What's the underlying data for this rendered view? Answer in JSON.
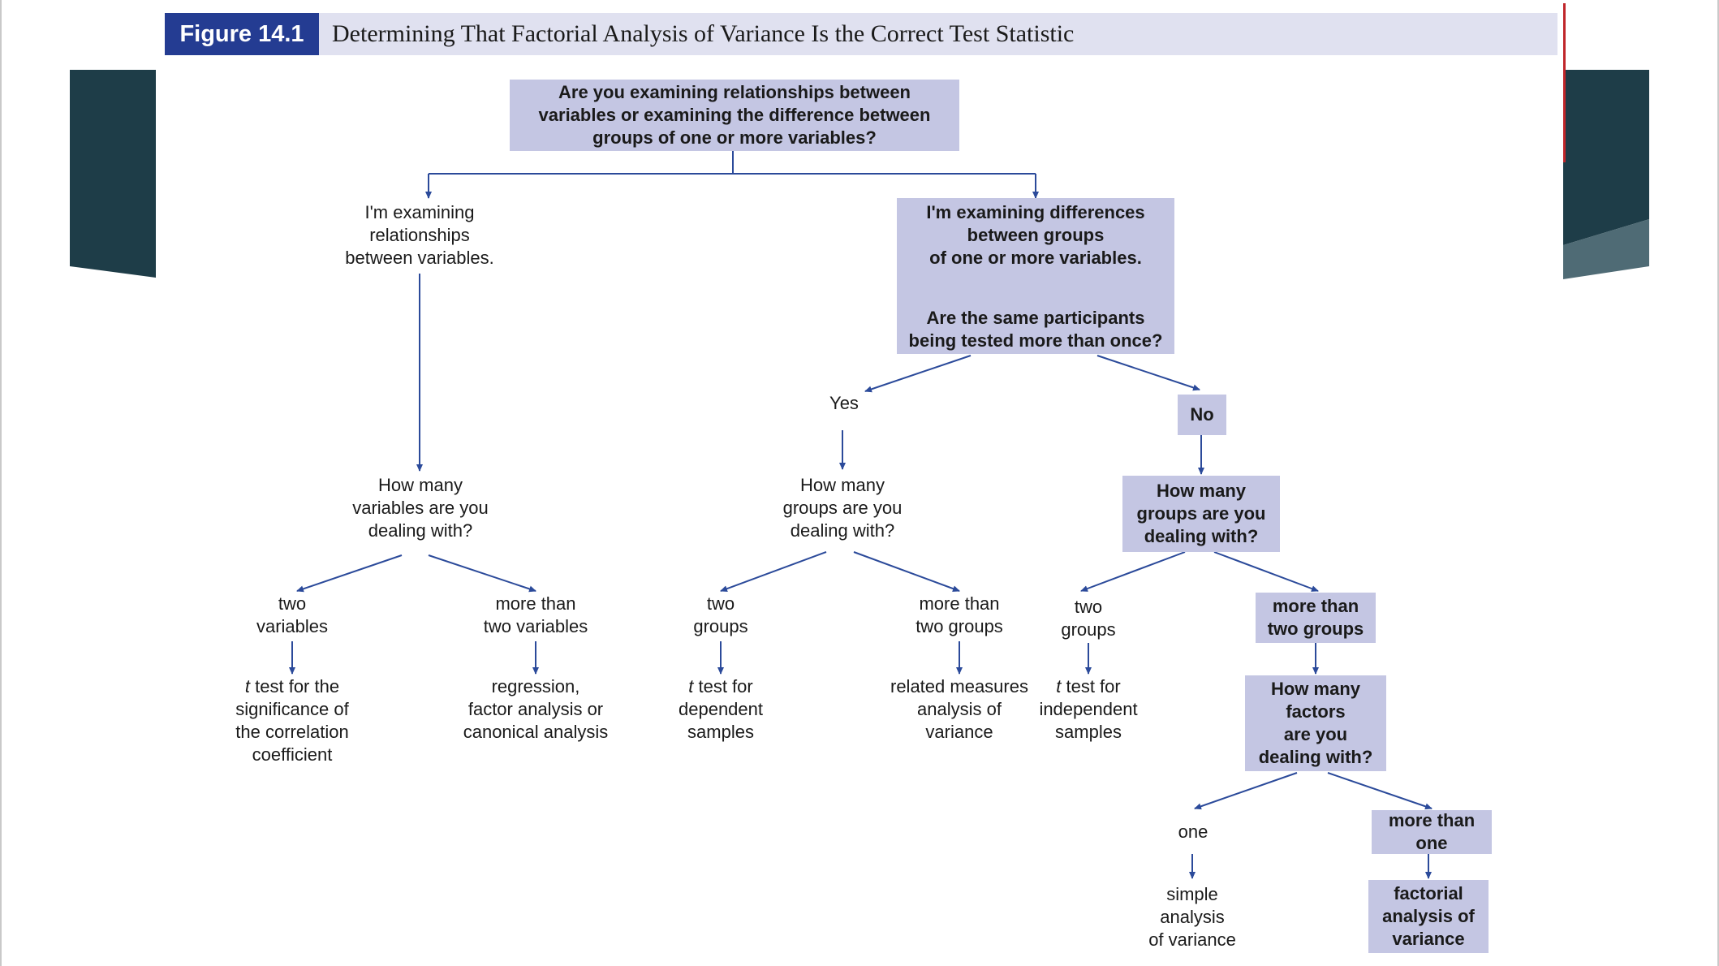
{
  "figure": {
    "label": "Figure 14.1",
    "title": "Determining That Factorial Analysis of Variance Is the Correct Test Statistic"
  },
  "colors": {
    "header_label_bg": "#243c92",
    "header_bg": "#e0e1f0",
    "highlight_box": "#c4c6e3",
    "arrow": "#2b4a9a",
    "slide_accent_dark": "#1e3d48",
    "slide_accent_light": "#4f6b75",
    "red_rule": "#c0262a"
  },
  "nodes": {
    "root": "Are you examining relationships between\nvariables or examining the difference between\ngroups of one or more variables?",
    "relationships": "I'm examining\nrelationships\nbetween variables.",
    "differences": "I'm examining differences\nbetween groups\nof one or more variables.",
    "same_participants": "Are the same participants\nbeing tested more than once?",
    "yes": "Yes",
    "no": "No",
    "how_many_variables": "How many\nvariables are you\ndealing with?",
    "how_many_groups_yes": "How many\ngroups are you\ndealing with?",
    "how_many_groups_no": "How many\ngroups are you\ndealing with?",
    "two_variables": "two\nvariables",
    "more_than_two_variables": "more than\ntwo variables",
    "two_groups_yes": "two\ngroups",
    "more_than_two_groups_yes": "more than\ntwo groups",
    "two_groups_no": "two\ngroups",
    "more_than_two_groups_no": "more than\ntwo groups",
    "t_test_correlation_t": "t",
    "t_test_correlation": " test for the\nsignificance of\nthe correlation\ncoefficient",
    "regression": "regression,\nfactor analysis or\ncanonical analysis",
    "t_test_dependent_t": "t",
    "t_test_dependent": " test for\ndependent\nsamples",
    "related_measures": "related measures\nanalysis of\nvariance",
    "t_test_independent_t": "t",
    "t_test_independent": " test for\nindependent\nsamples",
    "how_many_factors": "How many\nfactors\nare you\ndealing with?",
    "one": "one",
    "more_than_one": "more than\none",
    "simple_anova": "simple\nanalysis\nof variance",
    "factorial_anova": "factorial\nanalysis of\nvariance"
  }
}
